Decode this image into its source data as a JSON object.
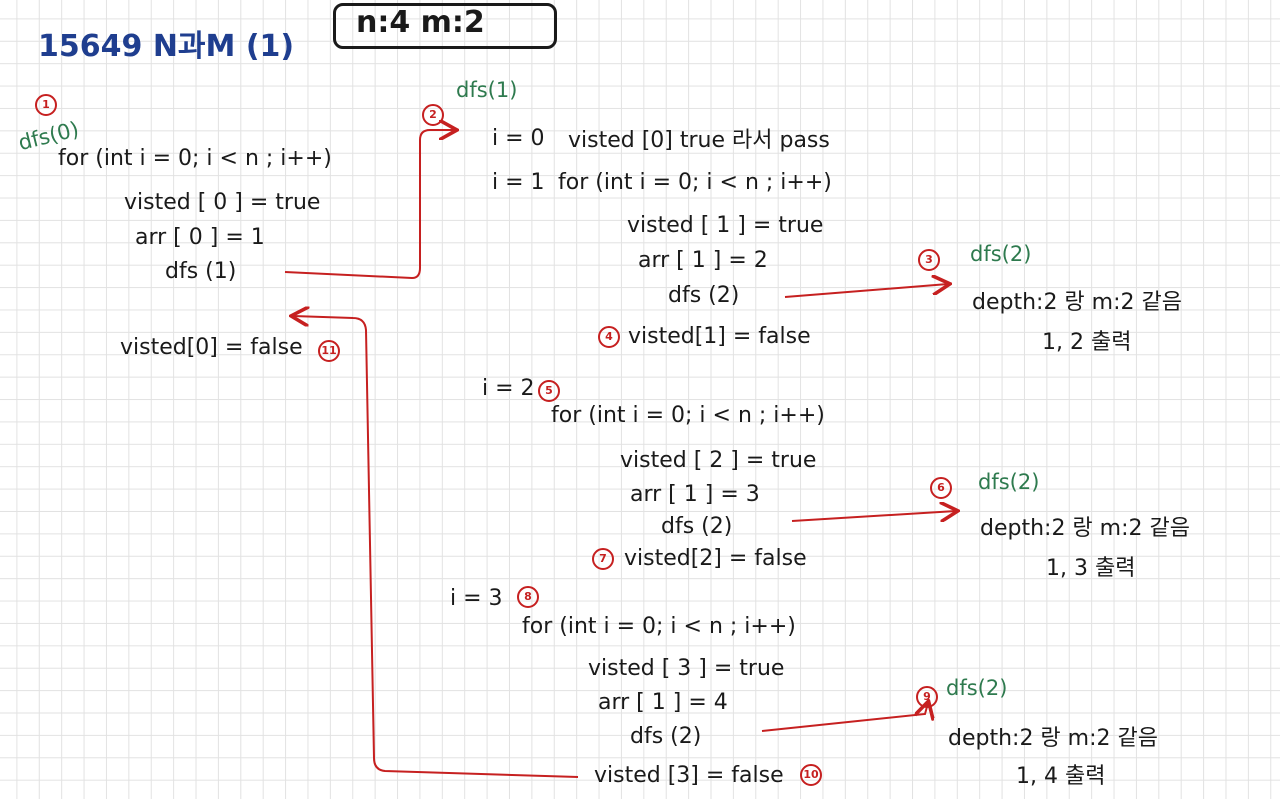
{
  "title": "15649 N과M (1)",
  "params": "n:4  m:2",
  "root": {
    "marker": "1",
    "call": "dfs(0)",
    "for": "for (int i = 0; i < n ; i++)",
    "visited": "visted [ 0 ] = true",
    "arr": "arr [ 0 ] = 1",
    "dfs": "dfs (1)",
    "reset": "visted[0] = false",
    "reset_marker": "11"
  },
  "level1": {
    "marker": "2",
    "call": "dfs(1)",
    "i0_label": "i = 0",
    "i0_text": "visted [0] true 라서 pass",
    "i1_label": "i = 1",
    "i1_for": "for (int i = 0; i < n ; i++)",
    "i1_visited": "visted [ 1 ] = true",
    "i1_arr": "arr [ 1 ] = 2",
    "i1_dfs": "dfs (2)",
    "i1_reset_marker": "4",
    "i1_reset": "visted[1] = false",
    "i2_label": "i = 2",
    "i2_marker": "5",
    "i2_for": "for (int i = 0; i < n ; i++)",
    "i2_visited": "visted [ 2 ] = true",
    "i2_arr": "arr [ 1 ] = 3",
    "i2_dfs": "dfs (2)",
    "i2_reset_marker": "7",
    "i2_reset": "visted[2] = false",
    "i3_label": "i = 3",
    "i3_marker": "8",
    "i3_for": "for (int i = 0; i < n ; i++)",
    "i3_visited": "visted [ 3 ] = true",
    "i3_arr": "arr [ 1 ] = 4",
    "i3_dfs": "dfs (2)",
    "i3_reset": "visted [3] = false",
    "i3_reset_marker": "10"
  },
  "level2": [
    {
      "marker": "3",
      "call": "dfs(2)",
      "line1": "depth:2 랑 m:2 같음",
      "line2": "1, 2 출력"
    },
    {
      "marker": "6",
      "call": "dfs(2)",
      "line1": "depth:2 랑 m:2 같음",
      "line2": "1, 3 출력"
    },
    {
      "marker": "9",
      "call": "dfs(2)",
      "line1": "depth:2 랑 m:2 같음",
      "line2": "1, 4 출력"
    }
  ],
  "colors": {
    "ink": "#1a1a1a",
    "title": "#1f3e8f",
    "call": "#2e7a4e",
    "arrow": "#c62020"
  }
}
